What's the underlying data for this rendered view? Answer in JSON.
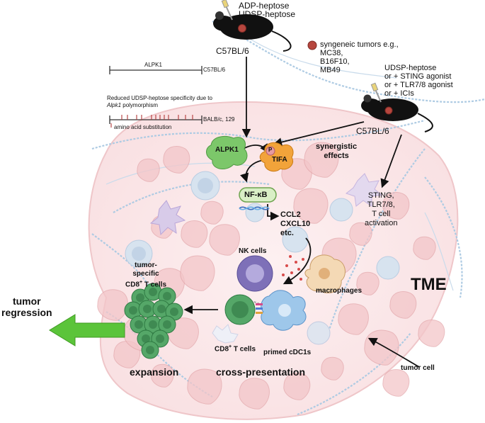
{
  "top_mouse": {
    "treatment_line1": "ADP-heptose",
    "treatment_line2": "UDSP-heptose",
    "strain": "C57BL/6"
  },
  "tumor_legend": {
    "line1": "syngeneic tumors e.g.,",
    "line2": "MC38,",
    "line3": "B16F10,",
    "line4": "MB49"
  },
  "right_mouse": {
    "line1": "UDSP-heptose",
    "line2": "or + STING agonist",
    "line3": "or + TLR7/8 agonist",
    "line4": "or + ICIs",
    "strain": "C57BL/6"
  },
  "alpk1_gene": {
    "label": "ALPK1",
    "strain1": "C57BL/6",
    "note_line1": "Reduced UDSP-heptose specificity due to",
    "note_line2_gene": "Alpk1",
    "note_line2_rest": " polymorphism",
    "strain2": "BALB/c, 129",
    "substitution_note": "amino acid substitution"
  },
  "pathway": {
    "alpk1": "ALPK1",
    "phospho": "P",
    "tifa": "TIFA",
    "nfkb": "NF-κB",
    "chemokine1": "CCL2",
    "chemokine2": "CXCL10",
    "chemokine3": "etc."
  },
  "labels": {
    "synergistic_line1": "synergistic",
    "synergistic_line2": "effects",
    "sting_line1": "STING,",
    "sting_line2": "TLR7/8,",
    "sting_line3": "T cell",
    "sting_line4": "activation",
    "nk_cells": "NK cells",
    "macrophages": "macrophages",
    "tme": "TME",
    "tumor_specific_line1": "tumor-",
    "tumor_specific_line2": "specific",
    "tumor_specific_line3_pre": "CD8",
    "tumor_specific_line3_sup": "+",
    "tumor_specific_line3_post": " T cells",
    "tumor_regression_line1": "tumor",
    "tumor_regression_line2": "regression",
    "cd8_pre": "CD8",
    "cd8_sup": "+",
    "cd8_post": " T cells",
    "primed_cdc1s": "primed cDC1s",
    "expansion": "expansion",
    "cross_presentation": "cross-presentation",
    "tumor_cell": "tumor cell"
  },
  "colors": {
    "tme_fill": "#fbe9ea",
    "tumor_cell": "#f3c6c9",
    "tumor_cell_edge": "#e3a7ab",
    "vessel": "#aecbe3",
    "alpk1_green": "#7cc76a",
    "tifa_orange": "#f2a33a",
    "nfkb_green": "#d9efc6",
    "cd8_green": "#55a768",
    "dc_blue": "#9ec7ea",
    "nk_purple": "#7e70b8",
    "arrow_green": "#5bc43a",
    "mouse": "#111111"
  }
}
